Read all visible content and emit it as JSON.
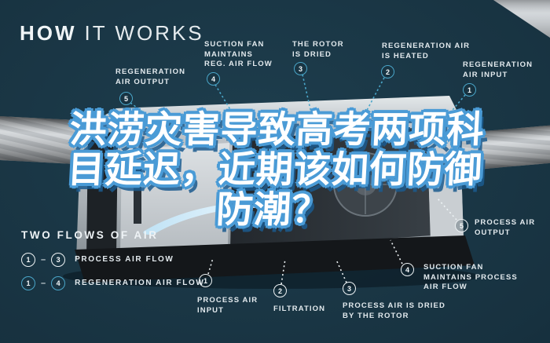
{
  "header": {
    "title_bold": "HOW",
    "title_light": "IT WORKS"
  },
  "watermark": {
    "lines": [
      "洪涝灾害导致高考两项科",
      "目延迟，近期该如何防御",
      "防潮？"
    ]
  },
  "callouts": [
    {
      "number": "5",
      "flow": "regeneration",
      "lines": [
        "REGENERATION",
        "AIR OUTPUT"
      ]
    },
    {
      "number": "4",
      "flow": "regeneration",
      "lines": [
        "SUCTION FAN",
        "MAINTAINS",
        "REG. AIR FLOW"
      ]
    },
    {
      "number": "3",
      "flow": "regeneration",
      "lines": [
        "THE ROTOR",
        "IS DRIED"
      ]
    },
    {
      "number": "2",
      "flow": "regeneration",
      "lines": [
        "REGENERATION AIR",
        "IS HEATED"
      ]
    },
    {
      "number": "1",
      "flow": "regeneration",
      "lines": [
        "REGENERATION",
        "AIR INPUT"
      ]
    },
    {
      "number": "5",
      "flow": "process",
      "lines": [
        "PROCESS AIR",
        "OUTPUT"
      ]
    },
    {
      "number": "4",
      "flow": "process",
      "lines": [
        "SUCTION FAN",
        "MAINTAINS PROCESS",
        "AIR FLOW"
      ]
    },
    {
      "number": "3",
      "flow": "process",
      "lines": [
        "PROCESS AIR IS DRIED",
        "BY THE ROTOR"
      ]
    },
    {
      "number": "2",
      "flow": "process",
      "lines": [
        "FILTRATION"
      ]
    },
    {
      "number": "1",
      "flow": "process",
      "lines": [
        "PROCESS AIR",
        "INPUT"
      ]
    }
  ],
  "legend": {
    "title": "TWO FLOWS OF AIR",
    "rows": [
      {
        "start_badge": "1",
        "end_badge": "3",
        "dash": "–",
        "label": "PROCESS AIR FLOW",
        "flow": "process"
      },
      {
        "start_badge": "1",
        "end_badge": "4",
        "dash": "–",
        "label": "REGENERATION AIR FLOW",
        "flow": "regeneration"
      }
    ]
  },
  "colors": {
    "background": "#17313f",
    "regeneration_accent": "#4aa6c9",
    "process_accent": "#eef3f5",
    "watermark_fill": "#ffffff",
    "watermark_outline": "#4a9bd6"
  }
}
